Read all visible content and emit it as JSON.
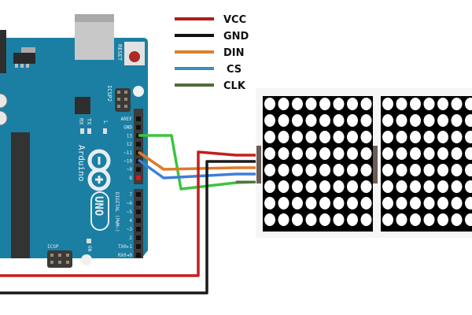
{
  "legend": {
    "items": [
      {
        "label": "VCC",
        "color": "#b01c1c"
      },
      {
        "label": "GND",
        "color": "#111111"
      },
      {
        "label": "DIN",
        "color": "#d9822b"
      },
      {
        "label": "CS",
        "color": "#3b8fb5"
      },
      {
        "label": "CLK",
        "color": "#556b3a"
      }
    ]
  },
  "board": {
    "name": "Arduino",
    "model": "UNO",
    "reset_label": "RESET",
    "icsp2_label": "ICSP2",
    "icsp_label": "ICSP",
    "tx_label": "TX",
    "rx_label": "RX",
    "l_label": "L",
    "on_label": "ON",
    "digital_label": "DIGITAL (PWM~)",
    "color": "#1b7fa3",
    "pins_upper": [
      "AREF",
      "GND",
      "13",
      "12",
      "~11",
      "~10",
      "~9",
      "8"
    ],
    "pins_lower": [
      "7",
      "~6",
      "~5",
      "4",
      "~3",
      "2",
      "TX0▸1",
      "RX0◂0"
    ]
  },
  "wires": {
    "clk_color": "#3cc43c",
    "din_color": "#e07a2a",
    "cs_color": "#3f7fd8",
    "vcc_color": "#c41e1e",
    "gnd_color": "#1a1a1a"
  },
  "matrix": {
    "modules": 2,
    "rows": 8,
    "cols": 8
  }
}
